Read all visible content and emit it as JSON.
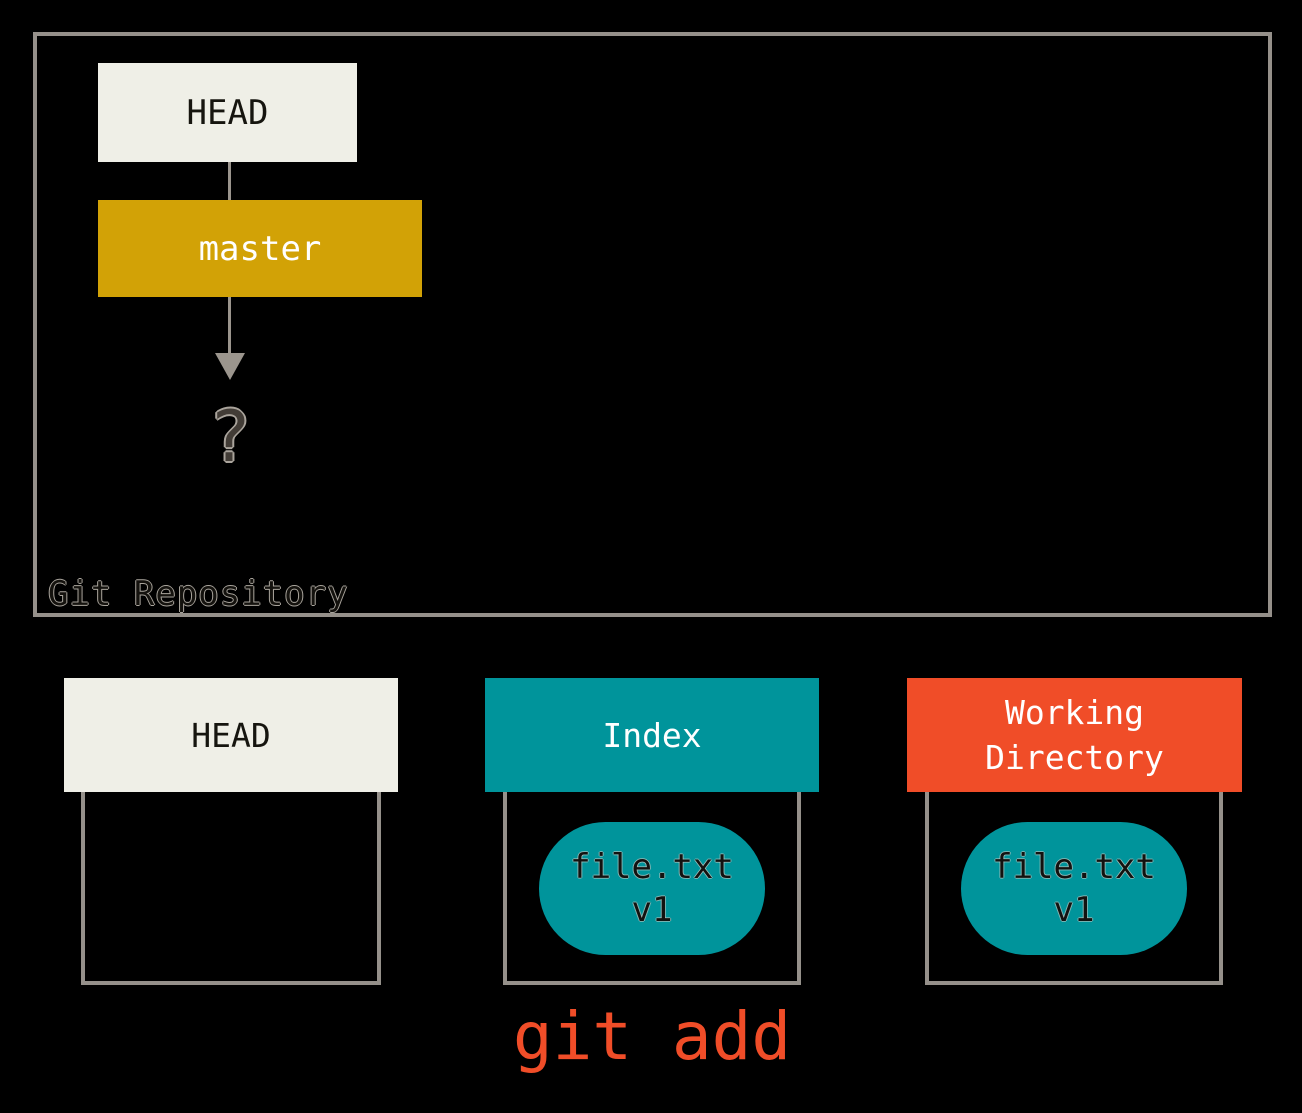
{
  "colors": {
    "background": "#000000",
    "panel_border": "#95908a",
    "arrow_gray": "#9b958d",
    "head_box": "#efefe7",
    "branch_gold": "#d2a206",
    "teal": "#00949b",
    "working_dir_orange": "#f04d28",
    "command_red": "#f04d28",
    "dark_text": "#16150f",
    "light_text": "#ffffff"
  },
  "repository": {
    "label": "Git Repository",
    "head_label": "HEAD",
    "branch_label": "master",
    "pointer_target": "?"
  },
  "areas": [
    {
      "title": "HEAD",
      "files": []
    },
    {
      "title": "Index",
      "files": [
        {
          "name": "file.txt",
          "version": "v1"
        }
      ]
    },
    {
      "title": "Working Directory",
      "files": [
        {
          "name": "file.txt",
          "version": "v1"
        }
      ]
    }
  ],
  "command_label": "git add"
}
